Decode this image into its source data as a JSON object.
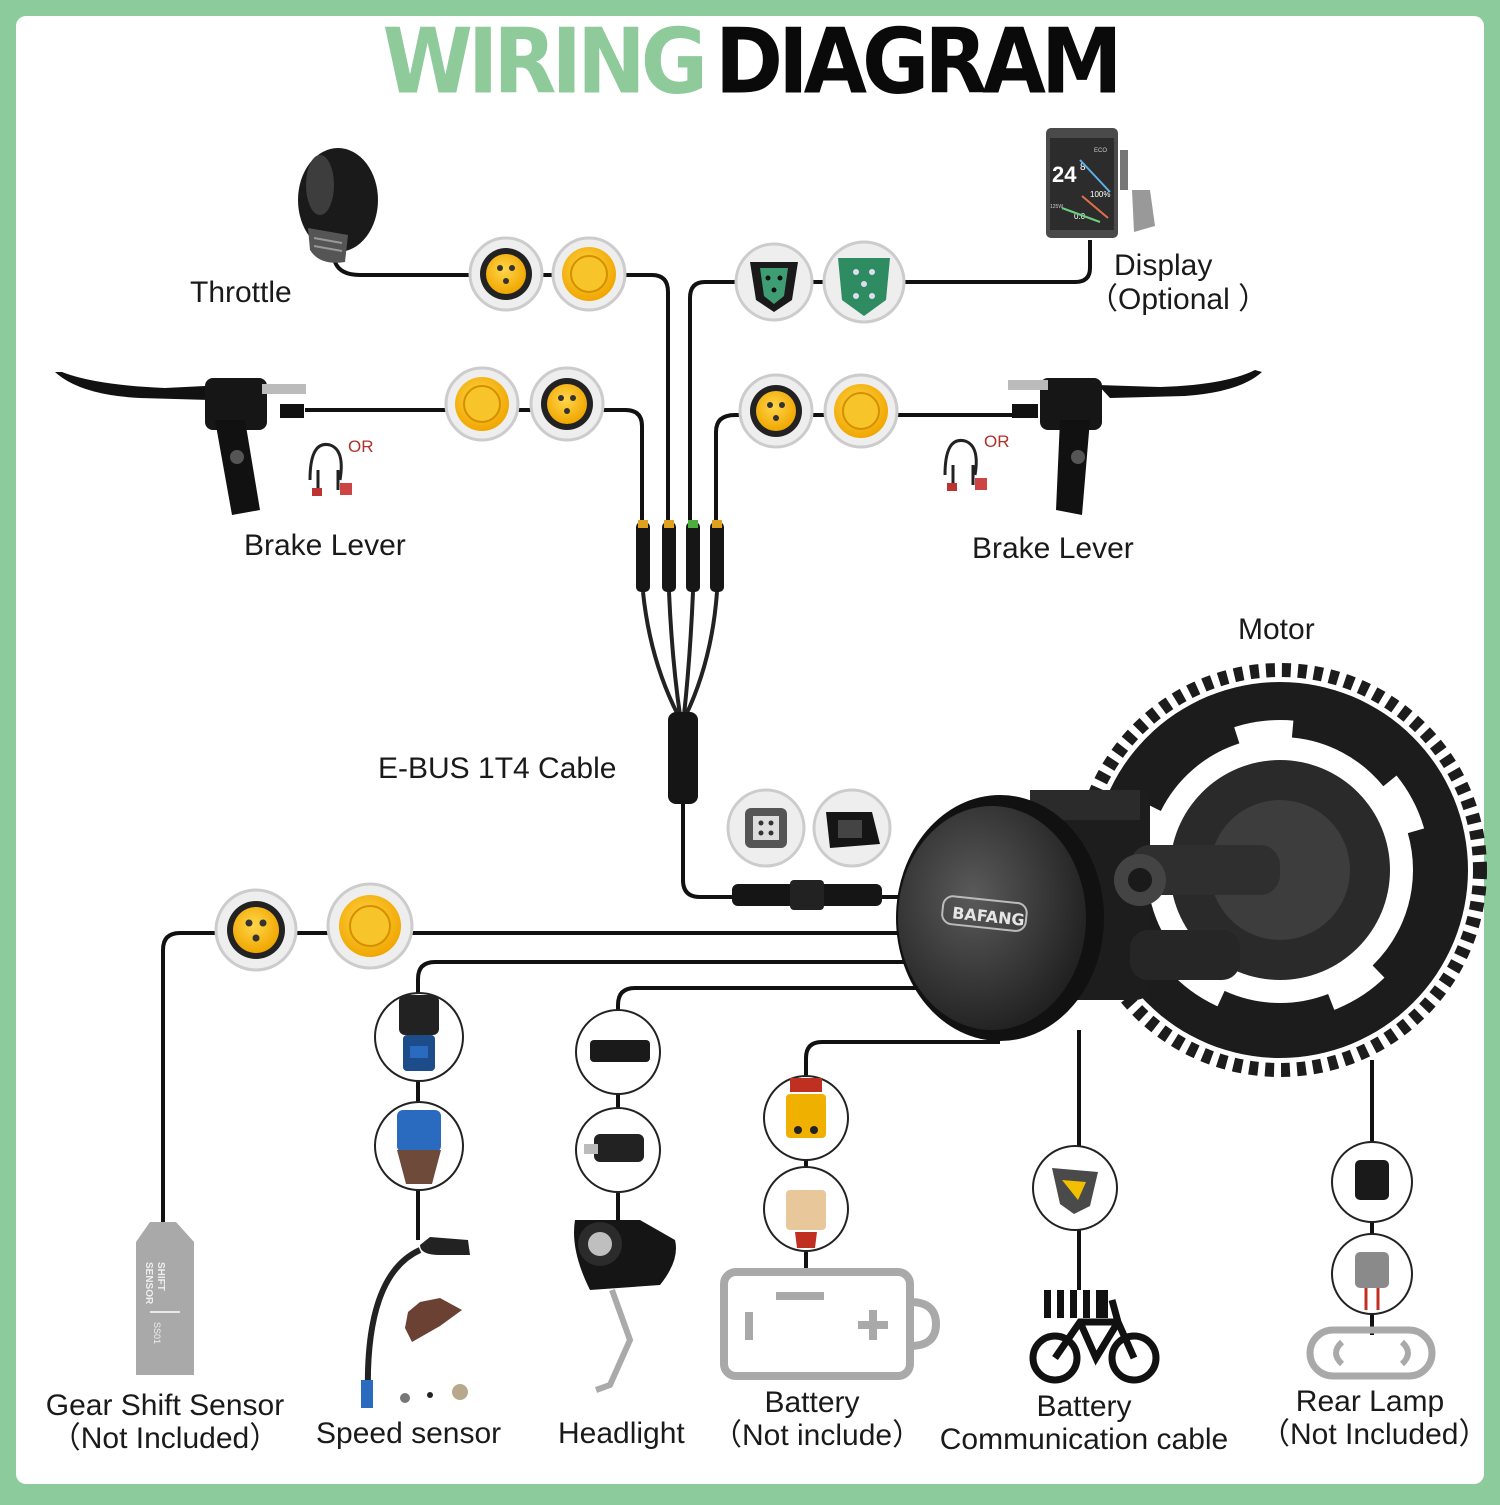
{
  "title": {
    "part1": "WIRING",
    "part2": "DIAGRAM"
  },
  "colors": {
    "accent": "#8fca9b",
    "frame": "#8ccb9c",
    "wire": "#111111",
    "connector_yellow": "#f5b400",
    "connector_green": "#2f8b62"
  },
  "labels": {
    "throttle": "Throttle",
    "display_1": "Display",
    "display_2": "（Optional ）",
    "brake_left": "Brake Lever",
    "brake_right": "Brake Lever",
    "or_left": "OR",
    "or_right": "OR",
    "motor": "Motor",
    "ebus": "E-BUS 1T4 Cable",
    "gear_1": "Gear Shift Sensor",
    "gear_2": "（Not Included）",
    "speed": "Speed sensor",
    "headlight": "Headlight",
    "battery_1": "Battery",
    "battery_2": "（Not include）",
    "comm_1": "Battery",
    "comm_2": "Communication cable",
    "rear_1": "Rear Lamp",
    "rear_2": "（Not Included）"
  },
  "device_text": {
    "motor_brand": "BAFANG",
    "display_speed": "24",
    "display_speed_dec": "8",
    "display_mode": "ECO",
    "display_battery": "100%",
    "display_power": "125W",
    "display_trip": "0.0",
    "sensor_text_1": "SHIFT",
    "sensor_text_2": "SENSOR",
    "sensor_model": "SS01"
  },
  "icons": [
    "throttle-icon",
    "display-icon",
    "brake-lever-icon",
    "brake-sensor-icon",
    "motor-icon",
    "chainring-icon",
    "ebus-splitter-icon",
    "connector-icon",
    "gear-shift-sensor-icon",
    "speed-sensor-icon",
    "headlight-icon",
    "xt60-connector-icon",
    "battery-icon",
    "bike-battery-icon",
    "rear-lamp-icon"
  ]
}
